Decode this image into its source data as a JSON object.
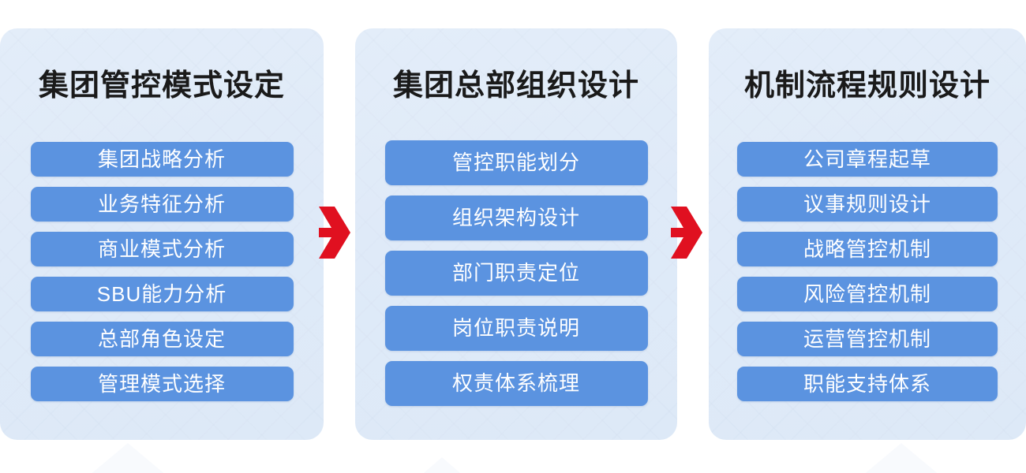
{
  "diagram": {
    "type": "process-flow",
    "orientation": "horizontal",
    "stage_count": 3,
    "connector_icon": "red-chevron-arrow",
    "colors": {
      "panel_background": "#e0ebf8",
      "pill_background": "#5b93e0",
      "pill_text": "#ffffff",
      "title_text": "#1a1a1a",
      "arrow": "#e01020",
      "page_background": "#ffffff"
    },
    "stages": [
      {
        "title": "集团管控模式设定",
        "items": [
          "集团战略分析",
          "业务特征分析",
          "商业模式分析",
          "SBU能力分析",
          "总部角色设定",
          "管理模式选择"
        ]
      },
      {
        "title": "集团总部组织设计",
        "items": [
          "管控职能划分",
          "组织架构设计",
          "部门职责定位",
          "岗位职责说明",
          "权责体系梳理"
        ]
      },
      {
        "title": "机制流程规则设计",
        "items": [
          "公司章程起草",
          "议事规则设计",
          "战略管控机制",
          "风险管控机制",
          "运营管控机制",
          "职能支持体系"
        ]
      }
    ]
  }
}
